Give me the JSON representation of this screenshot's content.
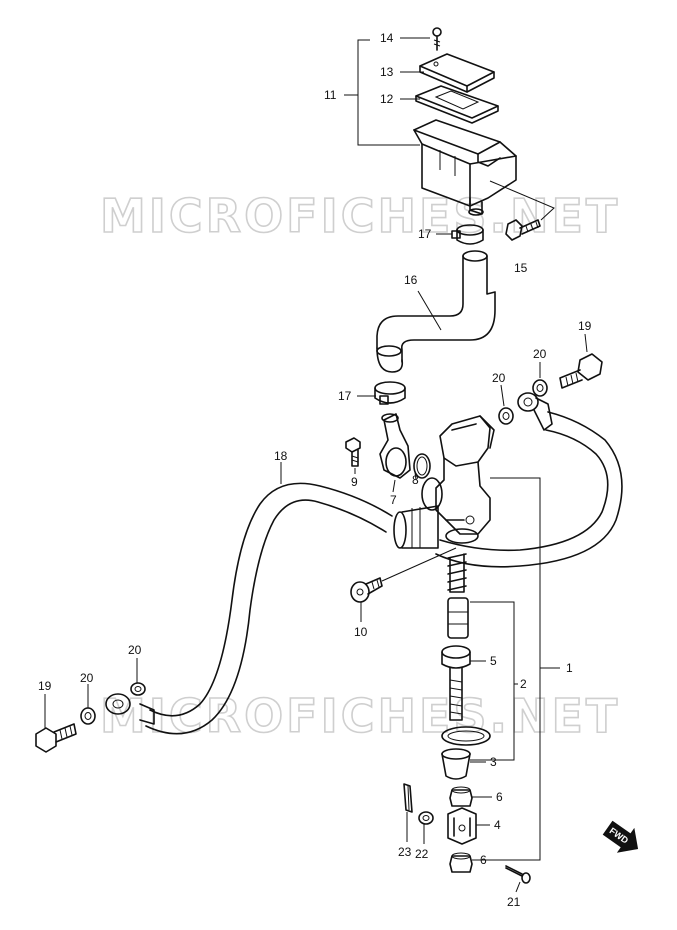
{
  "watermark": "MICROFICHES.NET",
  "fwd_label": "FWD",
  "callouts": [
    "1",
    "2",
    "3",
    "4",
    "5",
    "6",
    "6",
    "7",
    "8",
    "9",
    "10",
    "11",
    "12",
    "13",
    "14",
    "15",
    "16",
    "17",
    "17",
    "18",
    "19",
    "19",
    "20",
    "20",
    "20",
    "20",
    "21",
    "22",
    "23"
  ]
}
